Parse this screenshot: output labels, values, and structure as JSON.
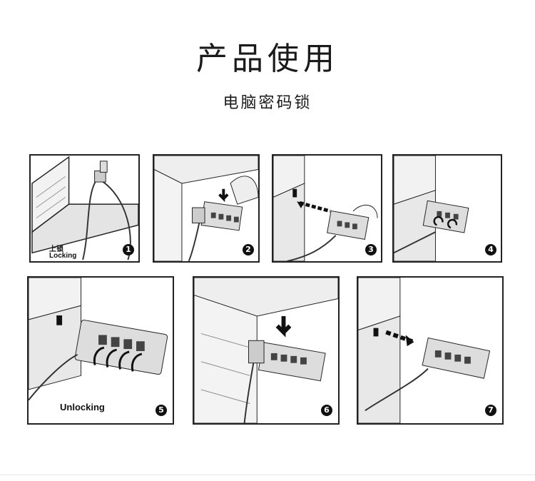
{
  "header": {
    "title": "产品使用",
    "subtitle": "电脑密码锁"
  },
  "steps": [
    {
      "number": "1",
      "label_line1": "上锁",
      "label_line2": "Locking"
    },
    {
      "number": "2"
    },
    {
      "number": "3"
    },
    {
      "number": "4"
    },
    {
      "number": "5",
      "label": "Unlocking"
    },
    {
      "number": "6"
    },
    {
      "number": "7"
    }
  ]
}
